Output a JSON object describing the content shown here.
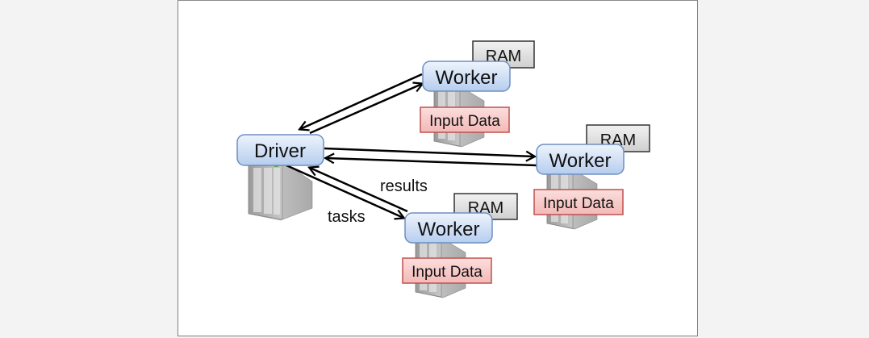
{
  "diagram": {
    "driver": {
      "label": "Driver"
    },
    "workers": [
      {
        "label": "Worker",
        "ram_label": "RAM",
        "data_label": "Input Data"
      },
      {
        "label": "Worker",
        "ram_label": "RAM",
        "data_label": "Input Data"
      },
      {
        "label": "Worker",
        "ram_label": "RAM",
        "data_label": "Input Data"
      }
    ],
    "edge_labels": {
      "results": "results",
      "tasks": "tasks"
    }
  },
  "colors": {
    "page_bg": "#f3f3f3",
    "frame_bg": "#ffffff",
    "node_fill_top": "#eaf1fb",
    "node_fill_bottom": "#b9cfee",
    "node_border": "#6e8fc0",
    "ram_fill": "#d9d9d9",
    "ram_border": "#333333",
    "data_fill": "#f8c9c7",
    "data_border": "#c0504d",
    "arrow": "#000000"
  }
}
